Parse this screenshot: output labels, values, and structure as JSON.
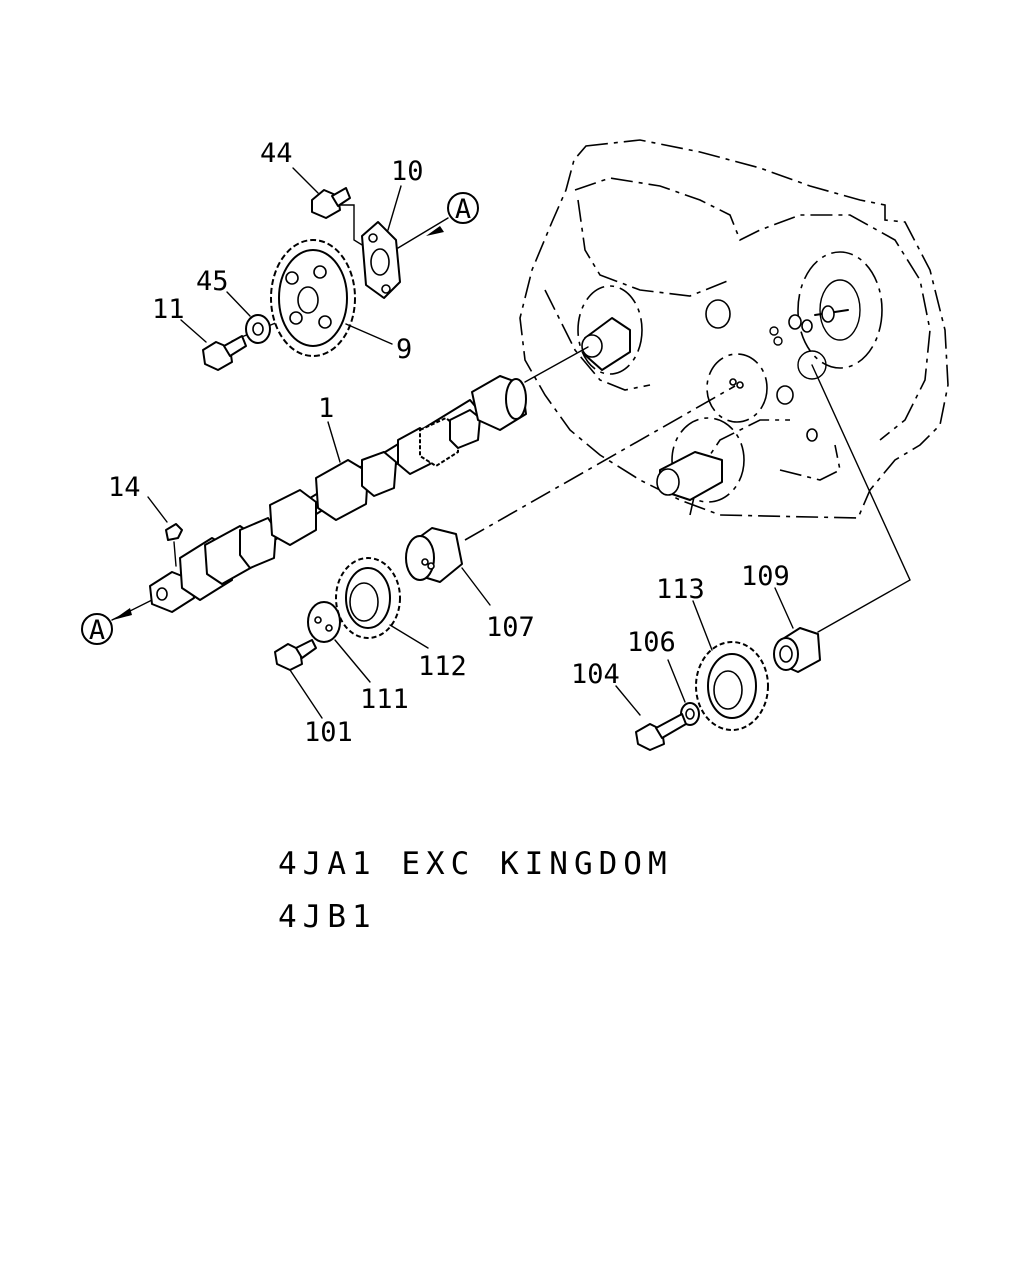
{
  "part_labels": {
    "p44": "44",
    "p10": "10",
    "p45": "45",
    "p11": "11",
    "p9": "9",
    "p1": "1",
    "p14": "14",
    "p107": "107",
    "p112": "112",
    "p111": "111",
    "p101": "101",
    "p113": "113",
    "p109": "109",
    "p106": "106",
    "p104": "104"
  },
  "reference_markers": {
    "top": "A",
    "bottom": "A"
  },
  "captions": {
    "line1": "4JA1 EXC KINGDOM",
    "line2": "4JB1"
  }
}
